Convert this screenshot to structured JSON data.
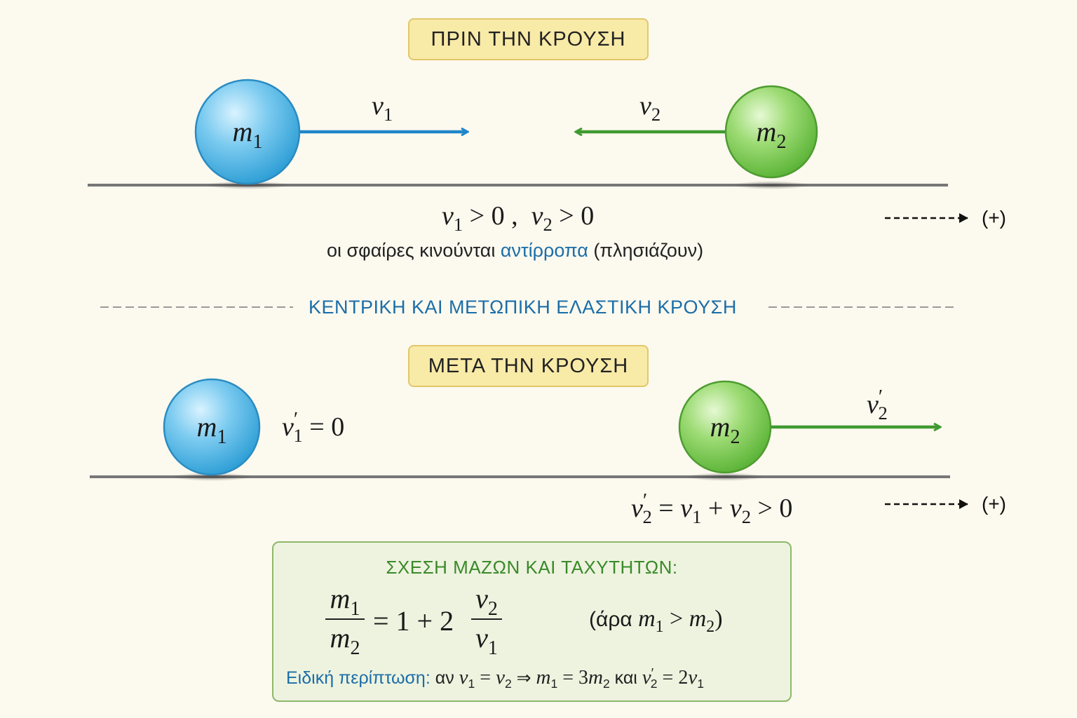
{
  "before": {
    "badge": "ΠΡΙΝ ΤΗΝ ΚΡΟΥΣΗ",
    "ball1": {
      "symbol": "m",
      "index": "1",
      "color": "#4fb7e6"
    },
    "ball2": {
      "symbol": "m",
      "index": "2",
      "color": "#7fcf57"
    },
    "v1_label": {
      "symbol": "v",
      "index": "1"
    },
    "v2_label": {
      "symbol": "v",
      "index": "2"
    },
    "condition": {
      "v1": "v",
      "v1_index": "1",
      "v1_rel": "> 0 ,",
      "v2": "v",
      "v2_index": "2",
      "v2_rel": "> 0"
    },
    "caption_pre": "οι σφαίρες κινούνται ",
    "caption_accent": "αντίρροπα",
    "caption_post": " (πλησιάζουν)",
    "direction": "(+)"
  },
  "divider": {
    "title": "ΚΕΝΤΡΙΚΗ ΚΑΙ ΜΕΤΩΠΙΚΗ ΕΛΑΣΤΙΚΗ ΚΡΟΥΣΗ"
  },
  "after": {
    "badge": "ΜΕΤΑ ΤΗΝ ΚΡΟΥΣΗ",
    "ball1": {
      "symbol": "m",
      "index": "1"
    },
    "ball2": {
      "symbol": "m",
      "index": "2"
    },
    "v1p": {
      "symbol": "v",
      "prime": "′",
      "index": "1",
      "rel": "= 0"
    },
    "v2p_label": {
      "symbol": "v",
      "prime": "′",
      "index": "2"
    },
    "result": {
      "lhs": "v",
      "lhs_prime": "′",
      "lhs_index": "2",
      "eq": "= ",
      "a": "v",
      "a_index": "1",
      "plus": " + ",
      "b": "v",
      "b_index": "2",
      "tail": " > 0"
    },
    "direction": "(+)"
  },
  "relation_box": {
    "title": "ΣΧΕΣΗ ΜΑΖΩΝ ΚΑΙ ΤΑΧΥΤΗΤΩΝ:",
    "frac1_num": {
      "symbol": "m",
      "index": "1"
    },
    "frac1_den": {
      "symbol": "m",
      "index": "2"
    },
    "eq": "= 1 + 2",
    "frac2_num": {
      "symbol": "v",
      "index": "2"
    },
    "frac2_den": {
      "symbol": "v",
      "index": "1"
    },
    "conclusion": {
      "open": "(άρα ",
      "a": "m",
      "a_index": "1",
      "rel": " > ",
      "b": "m",
      "b_index": "2",
      "close": ")"
    },
    "special": {
      "label": "Ειδική περίπτωση:",
      "if": " αν ",
      "expr1": "v",
      "expr1_index": "1",
      "eq1": " = ",
      "expr2": "v",
      "expr2_index": "2",
      "implies": " ⇒ ",
      "m1": "m",
      "m1_index": "1",
      "eq2": " = 3",
      "m2": "m",
      "m2_index": "2",
      "and": " και ",
      "v2p": "v",
      "v2p_prime": "′",
      "v2p_index": "2",
      "eq3": " = 2",
      "v1": "v",
      "v1_index": "1"
    }
  },
  "colors": {
    "blue_arrow": "#1f86c9",
    "green_arrow": "#3f9a2f",
    "ground": "#777777",
    "accent_blue": "#1b6ea8",
    "accent_green": "#3a8a2a"
  }
}
